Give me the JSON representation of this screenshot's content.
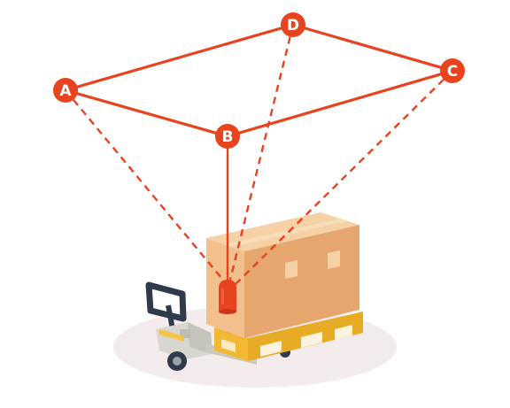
{
  "diagram": {
    "colors": {
      "accent": "#e8431f",
      "box": "#f2c08d",
      "box_top": "#f6d1a6",
      "box_shade": "#e7a66e",
      "pallet": "#f6c443",
      "pallet_shade": "#e7ab25",
      "jack_body": "#d7d7cf",
      "handle": "#2f3b4a",
      "shadow": "#f4ecec"
    },
    "anchors": [
      {
        "id": "A",
        "label": "A"
      },
      {
        "id": "B",
        "label": "B"
      },
      {
        "id": "C",
        "label": "C"
      },
      {
        "id": "D",
        "label": "D"
      }
    ],
    "tag_icon": "uwb-tag-icon",
    "vehicle_icon": "pallet-jack-icon",
    "load_icon": "cardboard-box-icon"
  }
}
